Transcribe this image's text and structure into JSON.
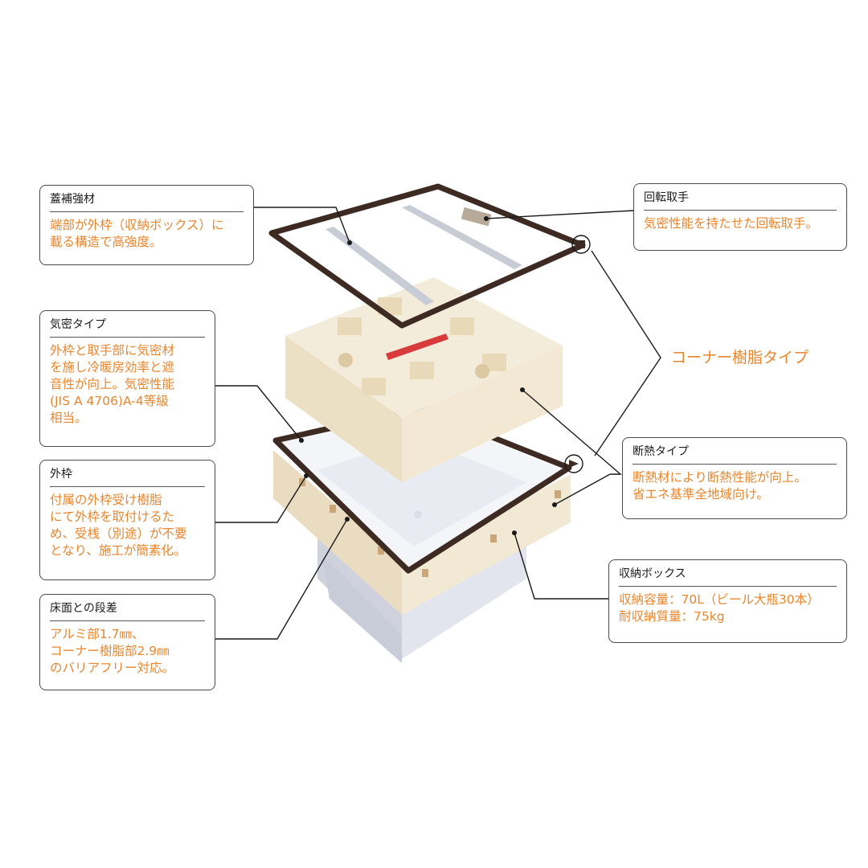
{
  "diagram": {
    "subject": "floor-storage-box-exploded-view",
    "colors": {
      "accent_text": "#e8862e",
      "title_text": "#1a1a1a",
      "border": "#4a4a4a",
      "frame_brown": "#3d2a22",
      "insulation_cream": "#efe5cf",
      "box_gray": "#dfe1ea"
    },
    "callouts": {
      "lid_reinforcement": {
        "title": "蓋補強材",
        "body": "端部が外枠（収納ボックス）に\n載る構造で高強度。"
      },
      "airtight_type": {
        "title": "気密タイプ",
        "body": "外枠と取手部に気密材\nを施し冷暖房効率と遮\n音性が向上。気密性能\n(JIS A 4706)A-4等級\n相当。"
      },
      "outer_frame": {
        "title": "外枠",
        "body": "付属の外枠受け樹脂\nにて外枠を取付けるた\nめ、受桟（別途）が不要\nとなり、施工が簡素化。"
      },
      "floor_step": {
        "title": "床面との段差",
        "body": "アルミ部1.7㎜、\nコーナー樹脂部2.9㎜\nのバリアフリー対応。"
      },
      "rotating_handle": {
        "title": "回転取手",
        "body": "気密性能を持たせた回転取手。"
      },
      "insulation_type": {
        "title": "断熱タイプ",
        "body": "断熱材により断熱性能が向上。\n省エネ基準全地域向け。"
      },
      "storage_box": {
        "title": "収納ボックス",
        "body": "収納容量：70L（ビール大瓶30本）\n耐収納質量：75kg"
      }
    },
    "corner_resin_label": "コーナー樹脂タイプ"
  }
}
